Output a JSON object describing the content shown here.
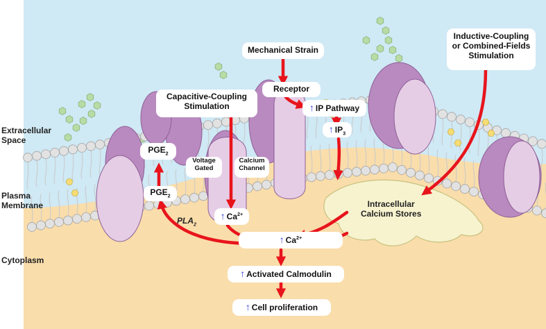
{
  "regions": {
    "extracellular": [
      "Extracellular",
      "Space"
    ],
    "plasma_membrane": [
      "Plasma",
      "Membrane"
    ],
    "cytoplasm": "Cytoplasm"
  },
  "stimuli": {
    "mechanical": "Mechanical Strain",
    "capacitive": [
      "Capacitive-Coupling",
      "Stimulation"
    ],
    "inductive": [
      "Inductive-Coupling",
      "or Combined-Fields",
      "Stimulation"
    ]
  },
  "nodes": {
    "receptor": "Receptor",
    "ip_pathway": "IP Pathway",
    "ip3_base": "IP",
    "ip3_sub": "3",
    "pge2_top_base": "PGE",
    "pge2_top_sub": "2",
    "pge2_mid_base": "PGE",
    "pge2_mid_sub": "2",
    "pla2_base": "PLA",
    "pla2_sub": "2",
    "ca_channel_base": "Ca",
    "ca_channel_sup": "2+",
    "ca_main_base": "Ca",
    "ca_main_sup": "2+",
    "calmodulin": "Activated Calmodulin",
    "proliferation": "Cell proliferation",
    "calcium_stores": [
      "Intracellular",
      "Calcium Stores"
    ],
    "voltage_gated": [
      "Voltage",
      "Gated"
    ],
    "calcium_channel": [
      "Calcium",
      "Channel"
    ]
  },
  "colors": {
    "arrow": "#e8141c",
    "up_arrow": "#2f35d8",
    "extracellular_bg": "#cfe9f5",
    "cytoplasm_bg": "#f9ddab",
    "protein": "#b98ac0",
    "protein_light": "#e6cde6",
    "lipid_head": "#e2e2e2",
    "calcium_store": "#f7f3cf",
    "glycan": "#b9dba5",
    "cholesterol": "#f5dc74"
  },
  "icons": {
    "increase": "up-arrow-icon"
  }
}
